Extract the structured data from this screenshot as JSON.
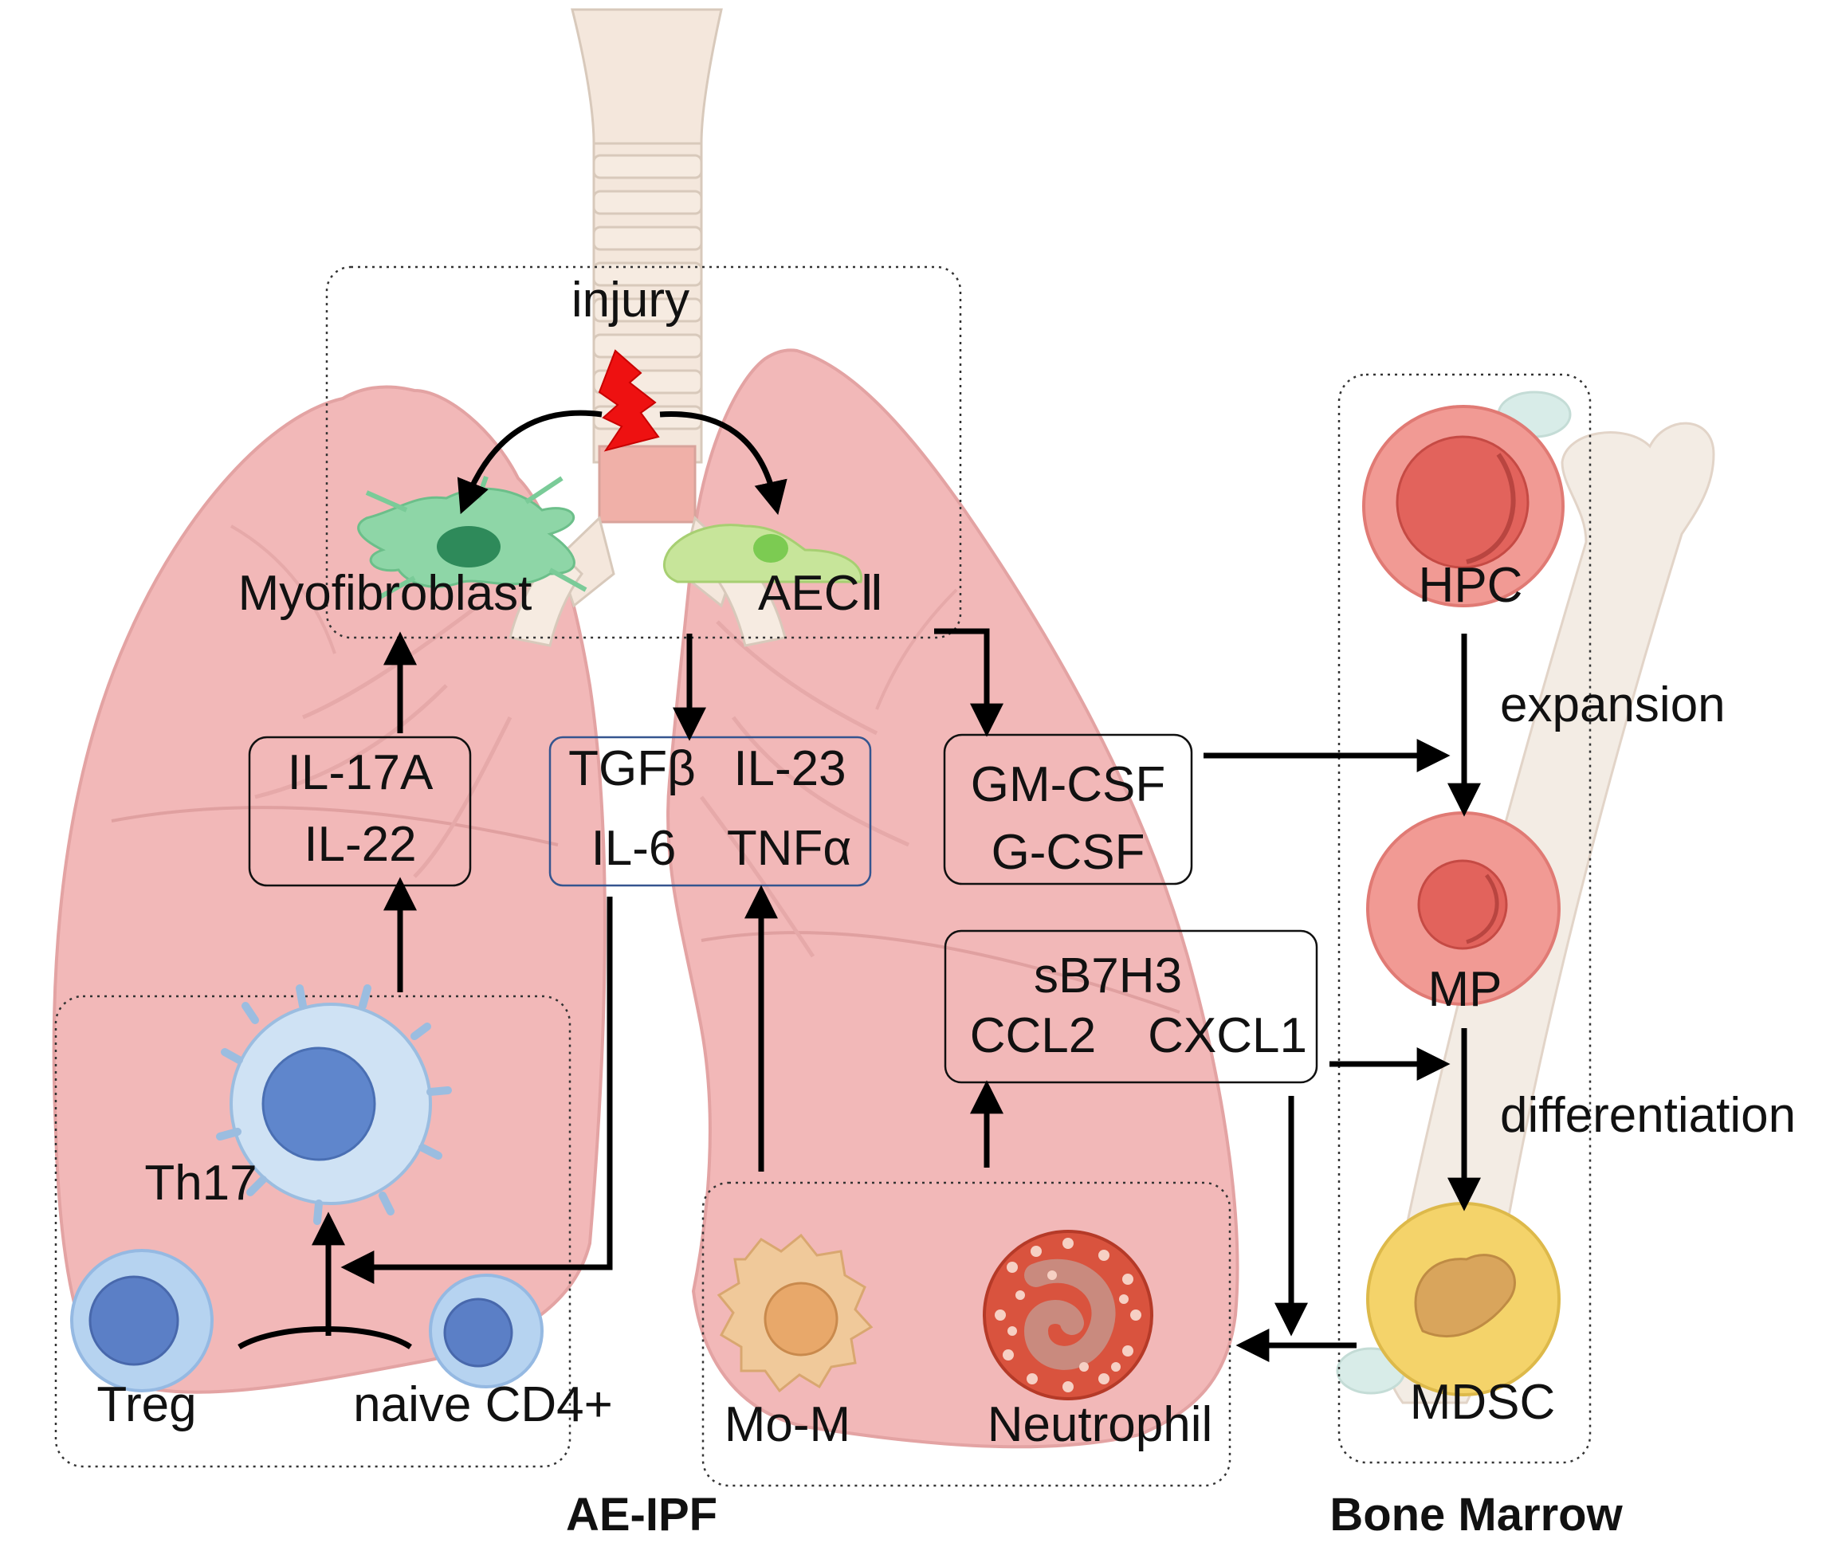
{
  "labels": {
    "injury": "injury",
    "myofibroblast": "Myofibroblast",
    "aec2": "AECⅡ",
    "th17": "Th17",
    "treg": "Treg",
    "naive_cd4": "naive CD4+",
    "mo_m": "Mo-M",
    "neutrophil": "Neutrophil",
    "hpc": "HPC",
    "mp": "MP",
    "mdsc": "MDSC",
    "expansion": "expansion",
    "differentiation": "differentiation"
  },
  "cytokine_boxes": {
    "il17": [
      "IL-17A",
      "IL-22"
    ],
    "tgf": [
      "TGFβ",
      "IL-23",
      "IL-6",
      "TNFα"
    ],
    "csf": [
      "GM-CSF",
      "G-CSF"
    ],
    "sb7": [
      "sB7H3",
      "CCL2",
      "CXCL1"
    ]
  },
  "titles": {
    "ae_ipf": "AE-IPF",
    "bone_marrow": "Bone Marrow"
  },
  "colors": {
    "lung": "#f2b8b8",
    "lung_edge": "#e3a3a3",
    "trachea": "#f4e7dc",
    "bone": "#f3ece4",
    "myofibroblast": "#8ed6a7",
    "aec2": "#c7e59a",
    "th17": "#5f86cc",
    "treg": "#5b7fc6",
    "hpc": "#e2635c",
    "mdsc": "#f4d36a",
    "monocyte": "#e8a86a",
    "neutrophil": "#d9533e",
    "injury": "#ee1111",
    "tgf_box_border": "#35558f"
  }
}
